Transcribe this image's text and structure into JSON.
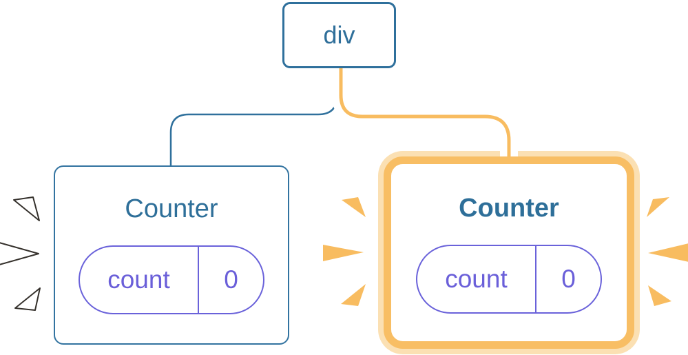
{
  "figure": {
    "root": {
      "label": "div"
    },
    "counters": [
      {
        "side": "left",
        "title": "Counter",
        "highlighted": false,
        "state": {
          "key": "count",
          "value": "0"
        }
      },
      {
        "side": "right",
        "title": "Counter",
        "highlighted": true,
        "state": {
          "key": "count",
          "value": "0"
        }
      }
    ],
    "colors": {
      "node_border_blue": "#2F709C",
      "text_blue": "#2E6F99",
      "state_purple": "#6A62DA",
      "highlight_orange": "#F8BE64",
      "highlight_halo": "#FBE0B3",
      "sparkle_orange": "#F8BC60",
      "sparkle_white": "#FFFFFF"
    }
  }
}
